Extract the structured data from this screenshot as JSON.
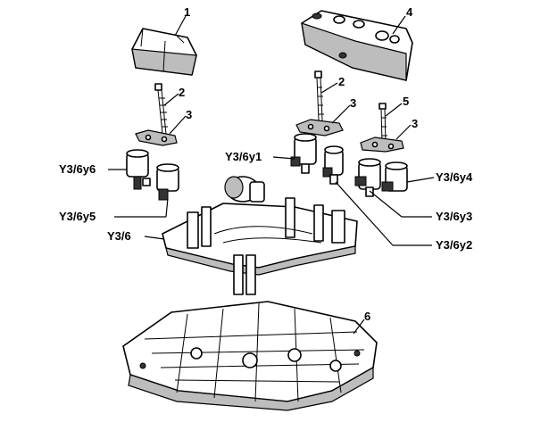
{
  "callouts": {
    "n1": "1",
    "n2a": "2",
    "n3a": "3",
    "n4": "4",
    "n2b": "2",
    "n3b": "3",
    "n5": "5",
    "n3c": "3",
    "n6": "6"
  },
  "labels": {
    "y6": "Y3/6y6",
    "y5": "Y3/6y5",
    "y1": "Y3/6y1",
    "y4": "Y3/6y4",
    "y3": "Y3/6y3",
    "y2": "Y3/6y2",
    "y36": "Y3/6"
  }
}
